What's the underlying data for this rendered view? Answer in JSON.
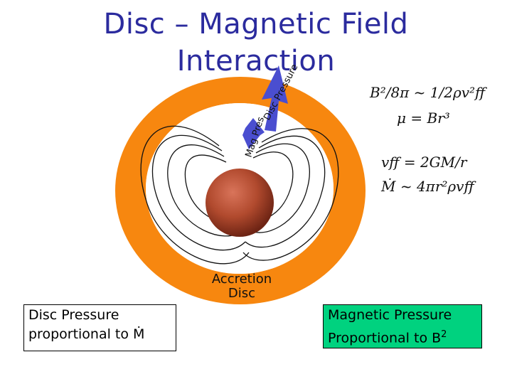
{
  "title": {
    "line1": "Disc – Magnetic Field",
    "line2": "Interaction"
  },
  "diagram": {
    "disc_label_line1": "Accretion",
    "disc_label_line2": "Disc",
    "arrow_disc_label": "Disc Pressure",
    "arrow_mag_label": "Mag Pres",
    "colors": {
      "disc": "#f7870f",
      "arrow": "#4a4ed0",
      "star": "#b8452a",
      "title": "#2b2b9e",
      "box_green": "#00d27f"
    }
  },
  "equations": {
    "eq1": "B²/8π ~ 1/2ρv²ff",
    "eq2": "μ = Br³",
    "eq3": "vff = 2GM/r",
    "eq4": "Ṁ ~ 4πr²ρvff"
  },
  "boxes": {
    "left_line1": "Disc Pressure",
    "left_line2": "proportional to Ṁ",
    "right_line1": "Magnetic Pressure",
    "right_line2": "Proportional to B",
    "right_sup": "2"
  }
}
